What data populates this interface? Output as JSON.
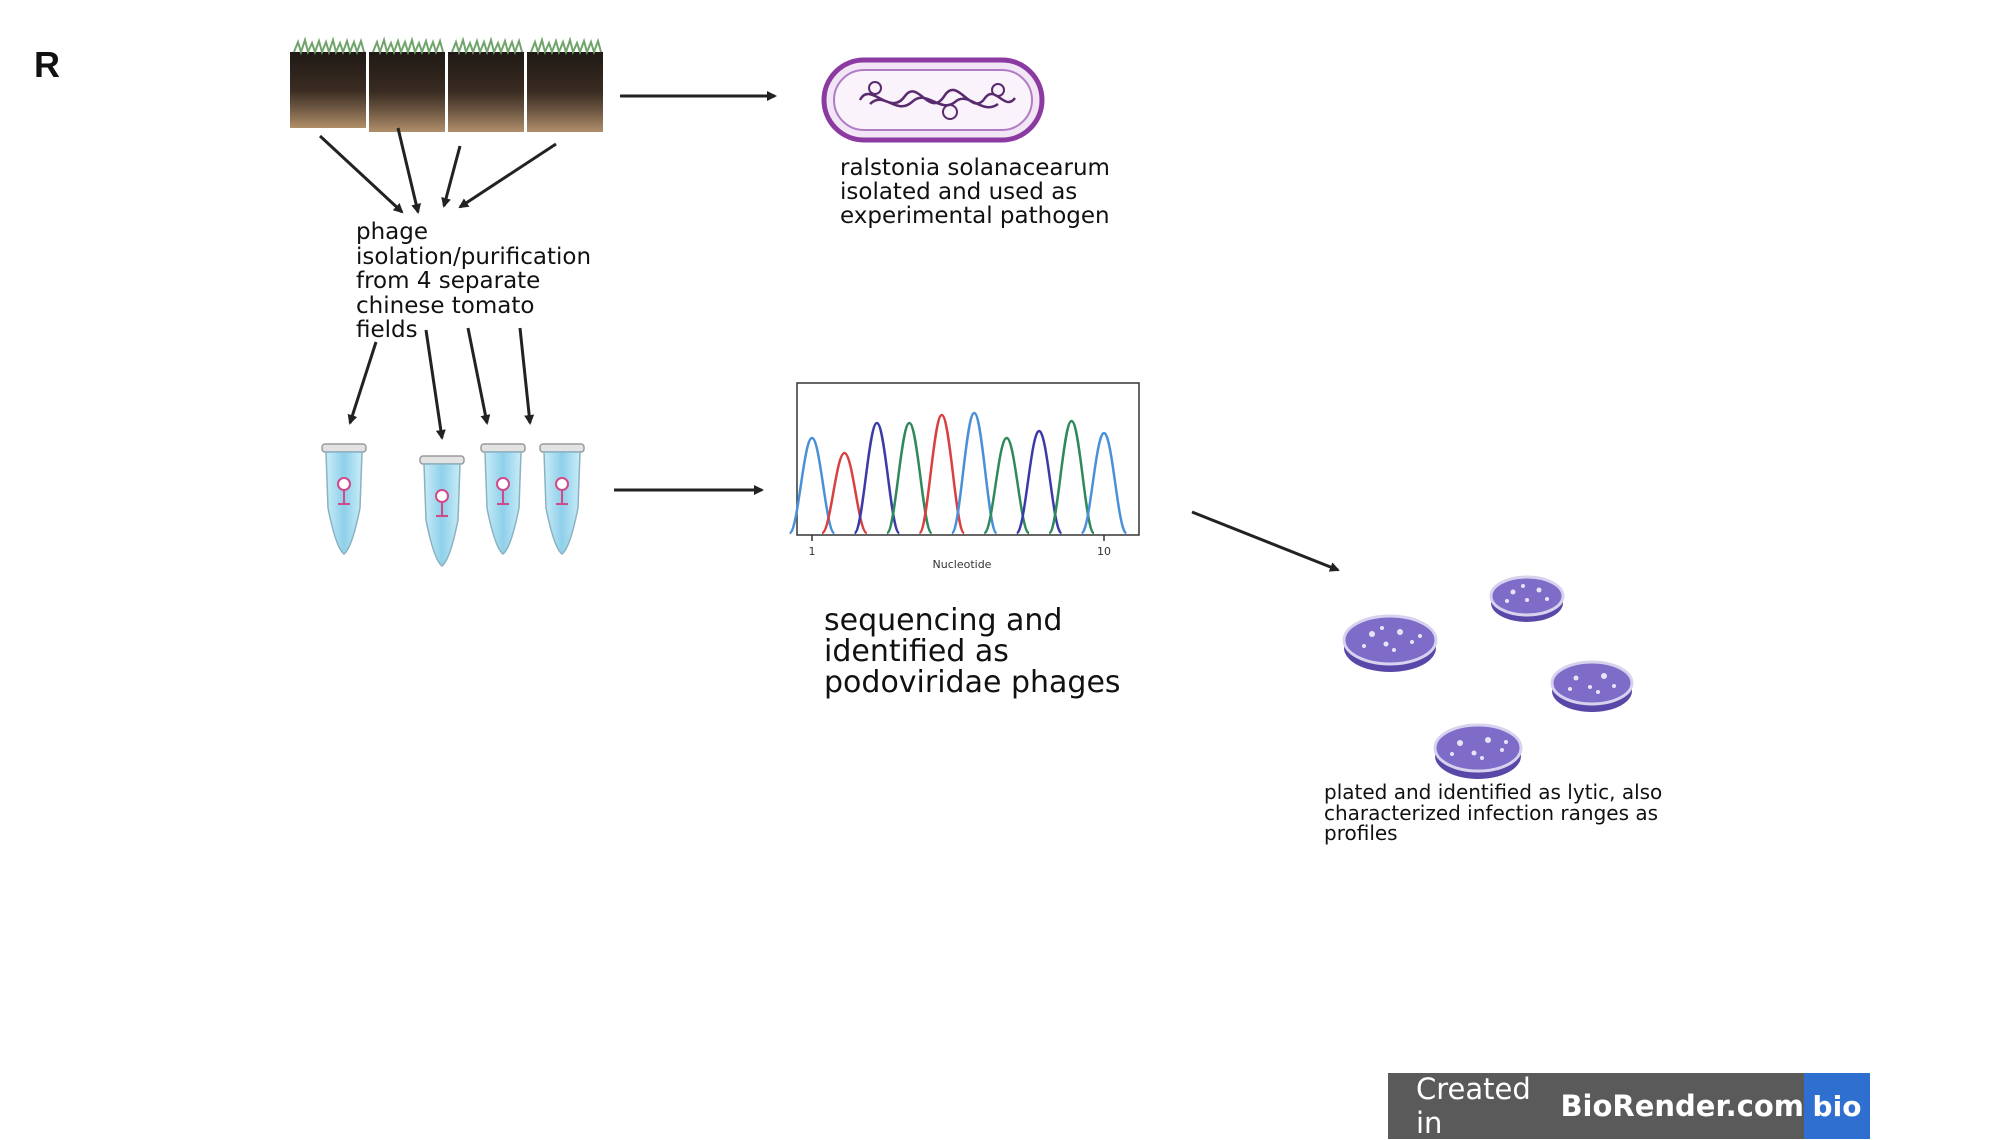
{
  "panel_letter": "R",
  "captions": {
    "pathogen": "ralstonia solanacearum\nisolated and used as\nexperimental pathogen",
    "phage": "phage\nisolation/purification\nfrom 4 separate\nchinese tomato\nfields",
    "sequencing": "sequencing and\nidentified as\npodoviridae phages",
    "plating": "plated and identified as lytic, also\ncharacterized infection ranges as\nprofiles"
  },
  "chromatogram": {
    "xlabel": "Nucleotide",
    "tick_start": "1",
    "tick_end": "10",
    "peak_colors": [
      "#4a90d9",
      "#d94040",
      "#3a3aa8",
      "#2e8a5a",
      "#d94040",
      "#4a90d9",
      "#2e8a5a",
      "#3a3aa8",
      "#2e8a5a",
      "#4a90d9"
    ]
  },
  "colors": {
    "soil_top": "#2b201a",
    "soil_bottom": "#a2825f",
    "bacterium": "#8a3aa0",
    "tube_liquid": "#aee0f0",
    "phage": "#d04a8a",
    "plate": "#7e6cc8",
    "badge_bg": "#5a5a5a",
    "badge_accent": "#2e6fd0"
  },
  "badge": {
    "prefix": "Created in",
    "brand": "BioRender.com",
    "logo": "bio"
  },
  "icons": [
    "soil-icon",
    "bacterium-icon",
    "tube-icon",
    "chromatogram-icon",
    "petri-dish-icon"
  ]
}
